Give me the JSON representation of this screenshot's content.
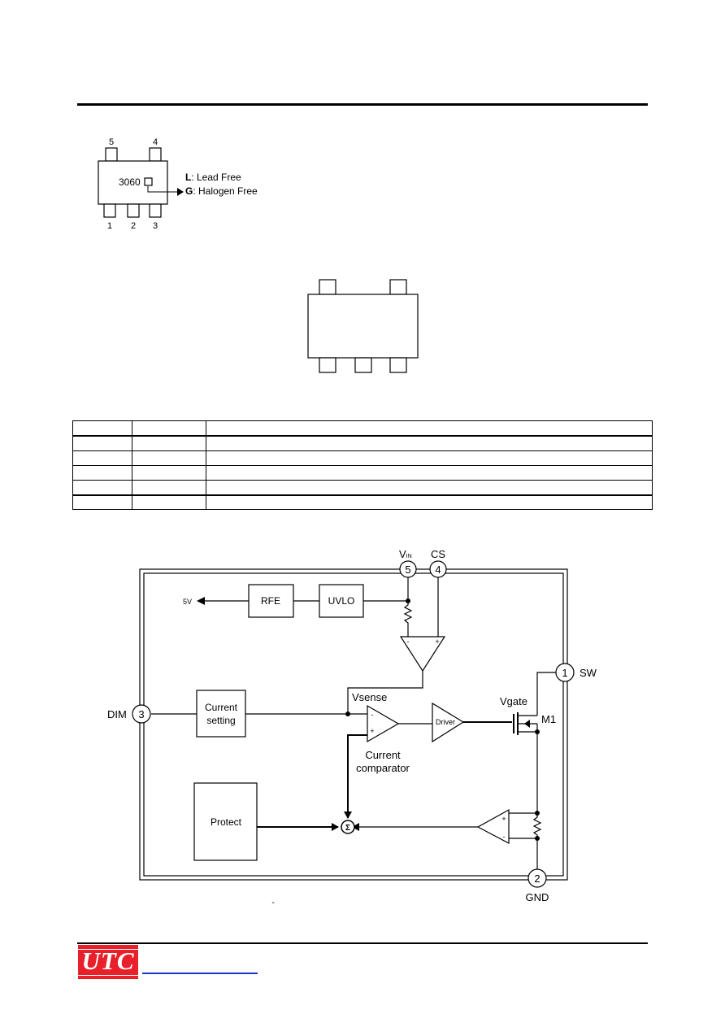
{
  "marking": {
    "code": "3060",
    "pin_top": [
      "5",
      "4"
    ],
    "pin_bottom": [
      "1",
      "2",
      "3"
    ],
    "legend_l_key": "L",
    "legend_l_text": ": Lead Free",
    "legend_g_key": "G",
    "legend_g_text": ": Halogen Free"
  },
  "pin_table": {
    "rows": [
      [
        "",
        "",
        ""
      ],
      [
        "",
        "",
        ""
      ],
      [
        "",
        "",
        ""
      ],
      [
        "",
        "",
        ""
      ],
      [
        "",
        "",
        ""
      ],
      [
        "",
        "",
        ""
      ]
    ]
  },
  "block_diagram": {
    "pins": {
      "vin_num": "5",
      "vin_label": "V",
      "vin_sub": "IN",
      "cs_num": "4",
      "cs_label": "CS",
      "sw_num": "1",
      "sw_label": "SW",
      "dim_num": "3",
      "dim_label": "DIM",
      "gnd_num": "2",
      "gnd_label": "GND"
    },
    "blocks": {
      "five_v": "5V",
      "rfe": "RFE",
      "uvlo": "UVLO",
      "current_setting_1": "Current",
      "current_setting_2": "setting",
      "protect": "Protect",
      "driver": "Driver"
    },
    "labels": {
      "vsense": "Vsense",
      "vgate": "Vgate",
      "m1": "M1",
      "comparator_1": "Current",
      "comparator_2": "comparator",
      "sigma": "Σ",
      "minus": "-",
      "plus": "+",
      "caption_dash": "-"
    }
  },
  "footer": {
    "logo": "UTC"
  }
}
